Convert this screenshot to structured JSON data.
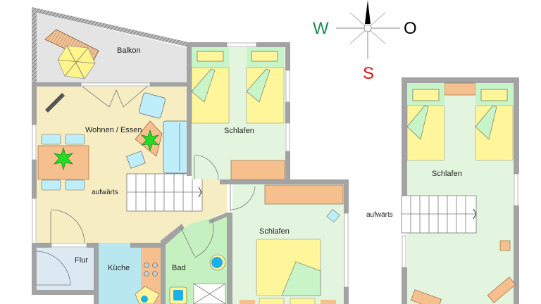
{
  "compass": {
    "west": "W",
    "east": "O",
    "south": "S",
    "colors": {
      "west": "#1e8a50",
      "east": "#000000",
      "south": "#e01010"
    }
  },
  "rooms": {
    "balcony": "Balkon",
    "living": "Wohnen / Essen",
    "bedroom_top": "Schlafen",
    "bedroom_middle": "Schlafen",
    "bedroom_upper_floor": "Schlafen",
    "hall": "Flur",
    "kitchen": "Küche",
    "bath": "Bad"
  },
  "stairs": {
    "main_label": "aufwärts",
    "upper_label": "aufwärts"
  },
  "colors": {
    "living": "#f6edc3",
    "bedroom": "#e3f5df",
    "bath": "#c5f0bf",
    "kitchen": "#b9e7ef",
    "hall": "#dce9f3",
    "balcony": "#e4e4e4",
    "bed": "#fff59a",
    "wardrobe": "#f6c08e",
    "plant": "#22dd22",
    "wall": "#a3a3a3"
  }
}
